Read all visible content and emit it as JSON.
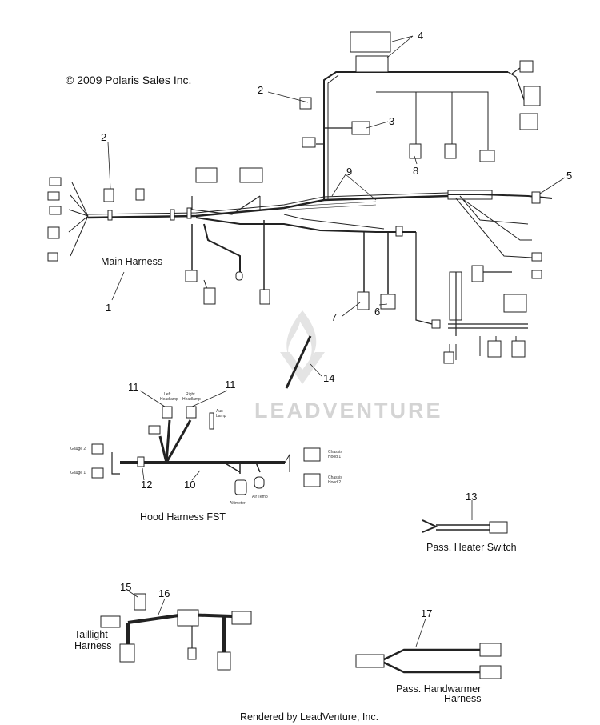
{
  "copyright": "© 2009 Polaris Sales Inc.",
  "footer": "Rendered by LeadVenture, Inc.",
  "watermark": "LEADVENTURE",
  "callouts": [
    "1",
    "2",
    "2",
    "3",
    "4",
    "5",
    "6",
    "7",
    "8",
    "9",
    "10",
    "11",
    "11",
    "12",
    "13",
    "14",
    "15",
    "16",
    "17"
  ],
  "captions": {
    "main_harness": "Main Harness",
    "hood_harness": "Hood Harness FST",
    "heater_switch": "Pass. Heater Switch",
    "taillight_1": "Taillight",
    "taillight_2": "Harness",
    "handwarmer_1": "Pass. Handwarmer",
    "handwarmer_2": "Harness"
  },
  "small_labels": {
    "gauge2": "Gauge 2",
    "gauge1": "Gauge 1",
    "left_headlamp_1": "Left",
    "left_headlamp_2": "Headlamp",
    "right_headlamp_1": "Right",
    "right_headlamp_2": "Headlamp",
    "aux_lamp_1": "Aux",
    "aux_lamp_2": "Lamp",
    "chassis_hood1_1": "Chassis",
    "chassis_hood1_2": "Hood 1",
    "chassis_hood2_1": "Chassis",
    "chassis_hood2_2": "Hood 2",
    "altimeter": "Altimeter",
    "air_temp": "Air Temp"
  },
  "colors": {
    "line": "#222222",
    "watermark": "#d4d4d4"
  }
}
